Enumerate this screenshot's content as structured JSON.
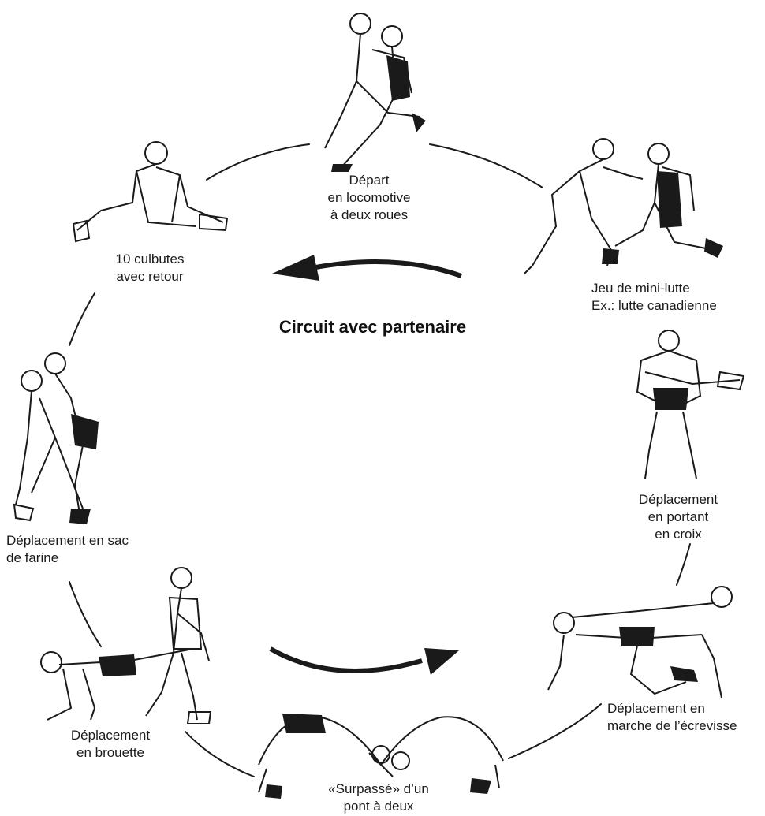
{
  "title": "Circuit avec partenaire",
  "stations": [
    {
      "lines": [
        "Départ",
        "en locomotive",
        "à deux roues"
      ]
    },
    {
      "lines": [
        "Jeu de mini-lutte",
        "Ex.: lutte canadienne"
      ]
    },
    {
      "lines": [
        "Déplacement",
        "en portant",
        "en croix"
      ]
    },
    {
      "lines": [
        "Déplacement en",
        "marche de l’écrevisse"
      ]
    },
    {
      "lines": [
        "«Surpassé» d’un",
        "pont à deux"
      ]
    },
    {
      "lines": [
        "Déplacement",
        "en brouette"
      ]
    },
    {
      "lines": [
        "Déplacement en sac",
        "de farine"
      ]
    },
    {
      "lines": [
        "10 culbutes",
        "avec retour"
      ]
    }
  ],
  "colors": {
    "ink": "#1a1a1a",
    "paper": "#ffffff"
  }
}
